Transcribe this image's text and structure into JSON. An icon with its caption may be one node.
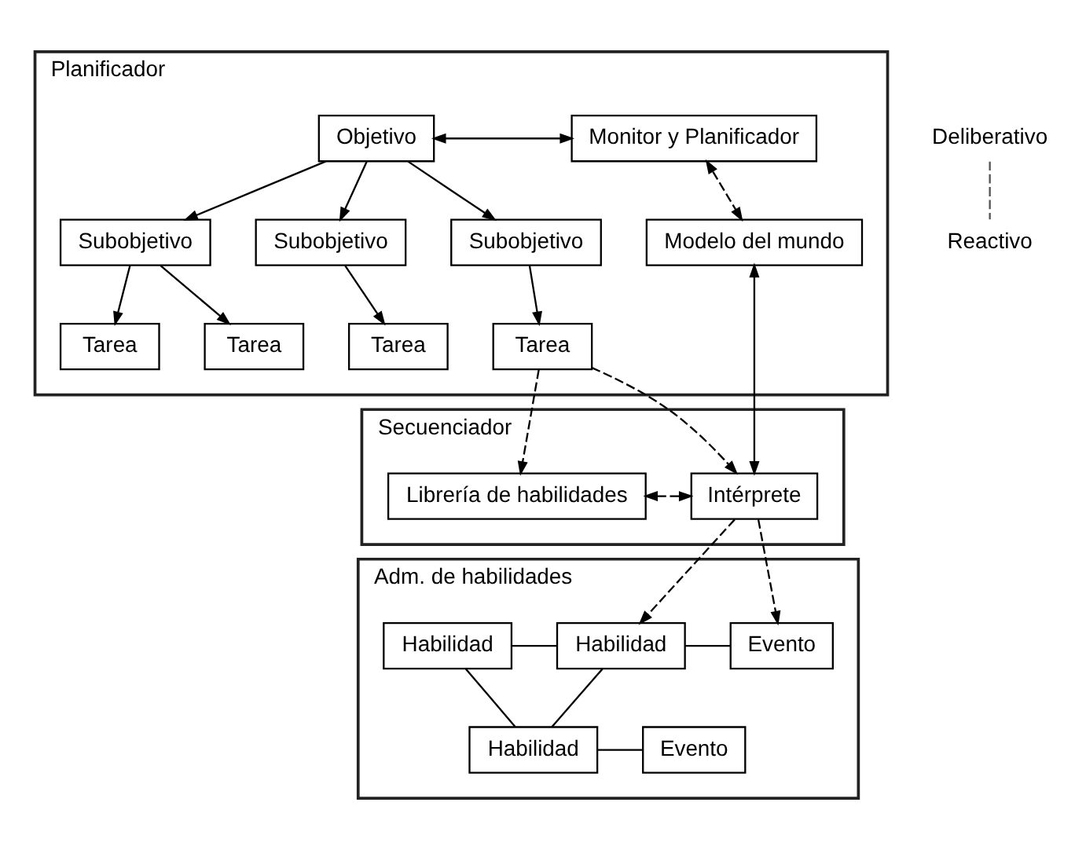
{
  "diagram": {
    "nodes": [
      {
        "text": [
          "Planificador"
        ]
      },
      {
        "text": [
          "Objetivo"
        ],
        "in": 0
      },
      {
        "text": [
          "Monitor y Planificador"
        ],
        "in": 0
      },
      {
        "text": [
          "Subobjetivo"
        ],
        "in": 0
      },
      {
        "text": [
          "Subobjetivo"
        ],
        "in": 0
      },
      {
        "text": [
          "Subobjetivo"
        ],
        "in": 0
      },
      {
        "text": [
          "Modelo del mundo"
        ],
        "in": 0
      },
      {
        "text": [
          "Tarea"
        ],
        "in": 0
      },
      {
        "text": [
          "Tarea"
        ],
        "in": 0
      },
      {
        "text": [
          "Tarea"
        ],
        "in": 0
      },
      {
        "text": [
          "Tarea"
        ],
        "in": 0
      },
      {
        "text": [
          "Secuenciador"
        ]
      },
      {
        "text": [
          "Librería de habilidades"
        ],
        "in": 11
      },
      {
        "text": [
          "Intérprete"
        ],
        "in": 11
      },
      {
        "text": [
          "Adm. de habilidades"
        ]
      },
      {
        "text": [
          "Habilidad"
        ],
        "in": 14
      },
      {
        "text": [
          "Habilidad"
        ],
        "in": 14
      },
      {
        "text": [
          "Evento"
        ],
        "in": 14
      },
      {
        "text": [
          "Habilidad"
        ],
        "in": 14
      },
      {
        "text": [
          "Evento"
        ],
        "in": 14
      }
    ],
    "edges": [
      {
        "from": 1,
        "to": 2,
        "arrow": "both"
      },
      {
        "from": 1,
        "to": 3,
        "arrow": "to"
      },
      {
        "from": 1,
        "to": 4,
        "arrow": "to"
      },
      {
        "from": 1,
        "to": 5,
        "arrow": "to"
      },
      {
        "from": 2,
        "to": 6,
        "arrow": "both",
        "style": "dashed"
      },
      {
        "from": 3,
        "to": 7,
        "arrow": "to"
      },
      {
        "from": 3,
        "to": 8,
        "arrow": "to"
      },
      {
        "from": 4,
        "to": 9,
        "arrow": "to"
      },
      {
        "from": 5,
        "to": 10,
        "arrow": "to"
      },
      {
        "from": 10,
        "to": 12,
        "arrow": "to",
        "style": "dashed"
      },
      {
        "from": 10,
        "to": 13,
        "arrow": "to",
        "style": "dashed"
      },
      {
        "from": 6,
        "to": 13,
        "arrow": "both"
      },
      {
        "from": 12,
        "to": 13,
        "arrow": "both",
        "style": "dashed"
      },
      {
        "from": 13,
        "to": 16,
        "arrow": "to",
        "style": "dashed"
      },
      {
        "from": 13,
        "to": 17,
        "arrow": "to",
        "style": "dashed"
      },
      {
        "from": 15,
        "to": 16,
        "arrow": "none"
      },
      {
        "from": 16,
        "to": 17,
        "arrow": "none"
      },
      {
        "from": 15,
        "to": 18,
        "arrow": "none"
      },
      {
        "from": 16,
        "to": 18,
        "arrow": "none"
      },
      {
        "from": 18,
        "to": 19,
        "arrow": "none"
      }
    ],
    "labels": [
      "Deliberativo",
      "Reactivo"
    ]
  }
}
